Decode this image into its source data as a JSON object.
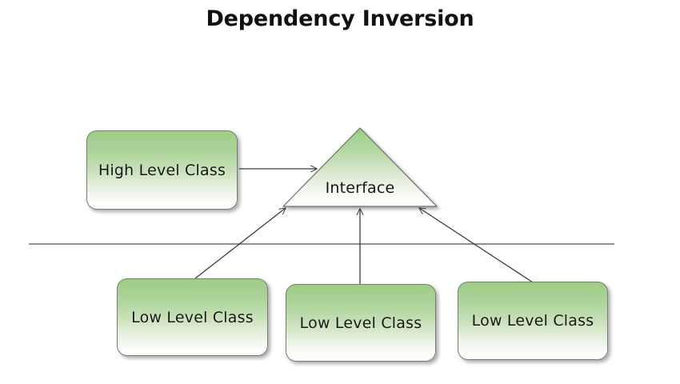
{
  "diagram": {
    "title": "Dependency Inversion",
    "background_color": "#ffffff",
    "accent_green": "#9ecd88",
    "stroke_color": "#4a4a4a",
    "boxes": [
      {
        "id": "high-level",
        "label": "High Level Class",
        "layer": "upper"
      },
      {
        "id": "low-level-1",
        "label": "Low Level Class",
        "layer": "lower"
      },
      {
        "id": "low-level-2",
        "label": "Low Level Class",
        "layer": "lower"
      },
      {
        "id": "low-level-3",
        "label": "Low Level Class",
        "layer": "lower"
      }
    ],
    "interface": {
      "label": "Interface",
      "shape": "triangle"
    },
    "divider": {
      "name": "layer-separator-line",
      "orientation": "horizontal"
    },
    "connectors": [
      {
        "from": "high-level",
        "to": "interface",
        "kind": "arrow",
        "direction": "right"
      },
      {
        "from": "low-level-1",
        "to": "interface",
        "kind": "arrow",
        "direction": "up-right"
      },
      {
        "from": "low-level-2",
        "to": "interface",
        "kind": "arrow",
        "direction": "up"
      },
      {
        "from": "low-level-3",
        "to": "interface",
        "kind": "arrow",
        "direction": "up-left"
      }
    ]
  }
}
